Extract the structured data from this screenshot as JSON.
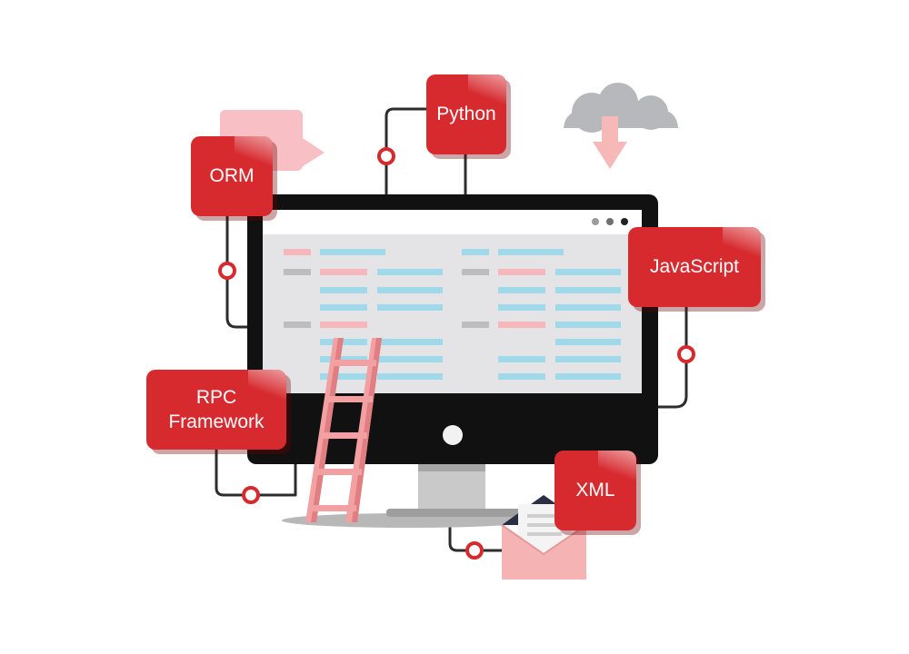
{
  "tags": {
    "python": "Python",
    "orm": "ORM",
    "javascript": "JavaScript",
    "rpc_line1": "RPC",
    "rpc_line2": "Framework",
    "xml": "XML"
  },
  "icons": [
    "cloud-download-icon",
    "speech-bubble-icon",
    "ladder-icon",
    "envelope-icon",
    "window-dots-icon"
  ],
  "colors": {
    "tag_red": "#d62a2f",
    "monitor_black": "#111111",
    "screen_bg": "#e4e4e6",
    "cell_blue": "#9fd9ea",
    "cell_pink": "#f5b7bc",
    "cell_gray": "#bdbdbd",
    "ladder_pink": "#f2a0a2",
    "cloud_gray": "#b6b8bb",
    "connector_gray": "#2d2d2d",
    "node_red": "#d62a2f"
  }
}
